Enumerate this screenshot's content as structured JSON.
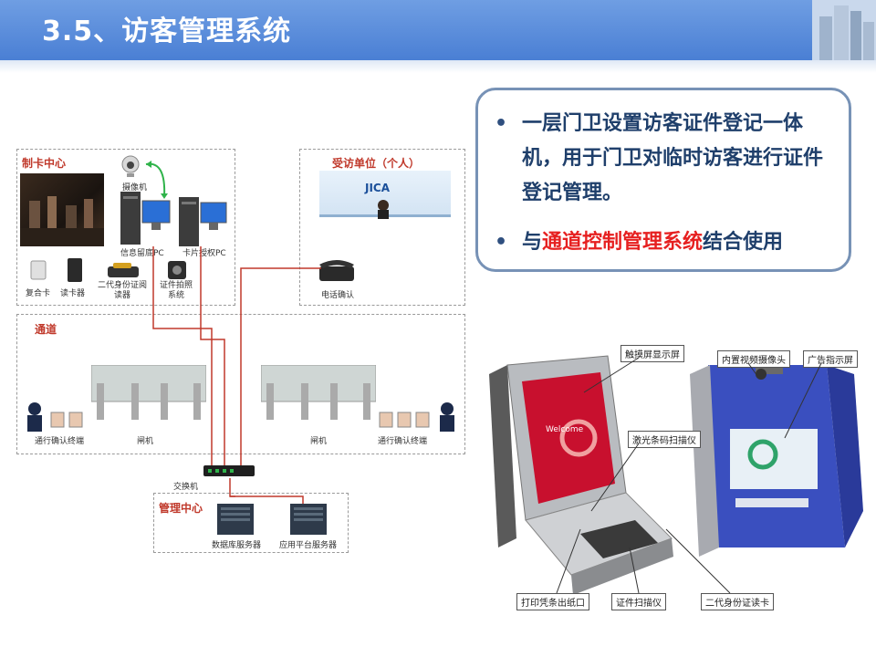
{
  "slide": {
    "title": "3.5、访客管理系统"
  },
  "bullets": [
    {
      "text": "一层门卫设置访客证件登记一体机，用于门卫对临时访客进行证件登记管理。"
    },
    {
      "before": "与",
      "highlight": "通道控制管理系统",
      "after": "结合使用"
    }
  ],
  "diagram": {
    "sections": {
      "card_center": "制卡中心",
      "visitor_unit": "受访单位（个人）",
      "channel": "通道",
      "management": "管理中心"
    },
    "labels": {
      "camera": "摄像机",
      "info_pc": "信息留底PC",
      "card_pc": "卡片授权PC",
      "composite_card": "复合卡",
      "card_reader": "读卡器",
      "id_reader": "二代身份证阅读器",
      "cert_capture": "证件拍照系统",
      "phone_confirm": "电话确认",
      "terminal_left": "通行确认终端",
      "gate_left": "闸机",
      "gate_right": "闸机",
      "terminal_right": "通行确认终端",
      "switch": "交换机",
      "db_server": "数据库服务器",
      "app_server": "应用平台服务器",
      "jica": "JICA"
    }
  },
  "kiosk": {
    "labels": {
      "touchscreen": "触摸屏显示屏",
      "barcode": "激光条码扫描仪",
      "camera": "内置视频摄像头",
      "ad_screen": "广告指示屏",
      "printer": "打印凭条出纸口",
      "scanner": "证件扫描仪",
      "id_reader": "二代身份证读卡"
    },
    "screen_text": "Welcome"
  },
  "colors": {
    "header": "#4a7fd4",
    "accent_red": "#e62020",
    "line_red": "#c0392b",
    "box_border": "#7792b6"
  }
}
